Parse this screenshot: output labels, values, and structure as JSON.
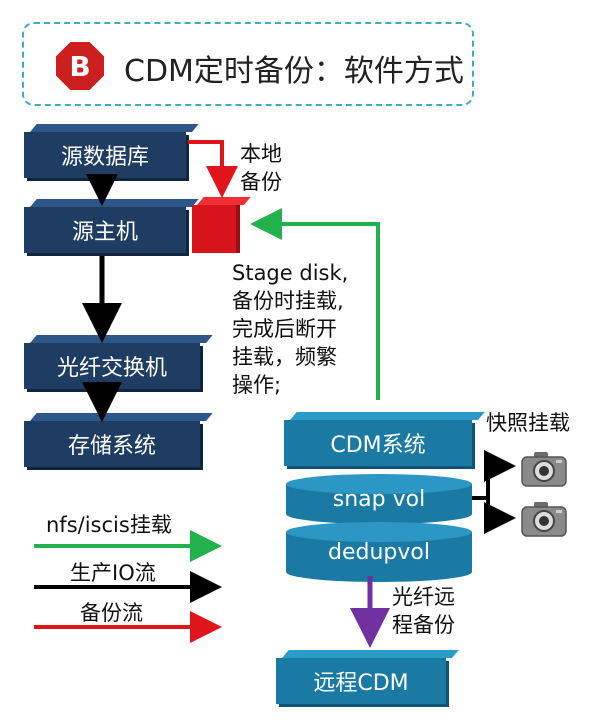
{
  "title": {
    "badge": "B",
    "text": "CDM定时备份：软件方式"
  },
  "boxes": {
    "source_db": "源数据库",
    "source_host": "源主机",
    "fc_switch": "光纤交换机",
    "storage": "存储系统",
    "cdm_system": "CDM系统",
    "remote_cdm": "远程CDM"
  },
  "cylinders": {
    "snap": "snap vol",
    "dedup": "dedupvol"
  },
  "labels": {
    "local_backup_1": "本地",
    "local_backup_2": "备份",
    "stage_1": "Stage disk,",
    "stage_2": "备份时挂载,",
    "stage_3": "完成后断开",
    "stage_4": "挂载，频繁",
    "stage_5": "操作;",
    "snapshot_mount": "快照挂载",
    "fc_remote_1": "光纤远",
    "fc_remote_2": "程备份"
  },
  "legend": {
    "nfs": "nfs/iscis挂载",
    "prod_io": "生产IO流",
    "backup_flow": "备份流"
  },
  "colors": {
    "navy": "#1f3d63",
    "teal": "#1a7aa3",
    "red": "#d7141b",
    "green": "#22b14c",
    "purple": "#7030a0",
    "black": "#000000"
  },
  "icons": [
    "camera-icon",
    "camera-icon"
  ]
}
